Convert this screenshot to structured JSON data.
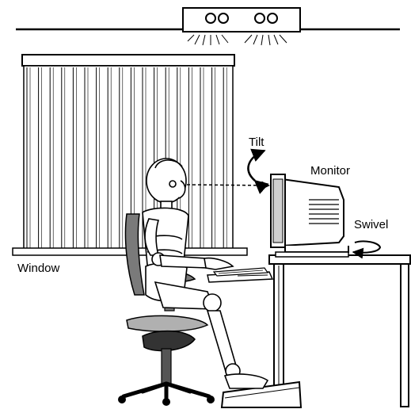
{
  "labels": {
    "tilt": "Tilt",
    "monitor": "Monitor",
    "swivel": "Swivel",
    "window": "Window"
  },
  "colors": {
    "line": "#000000",
    "background": "#ffffff",
    "screen_fill": "#cfcfcf",
    "chair_dark": "#333333",
    "chair_mid": "#7a7a7a",
    "chair_light": "#b0b0b0"
  }
}
